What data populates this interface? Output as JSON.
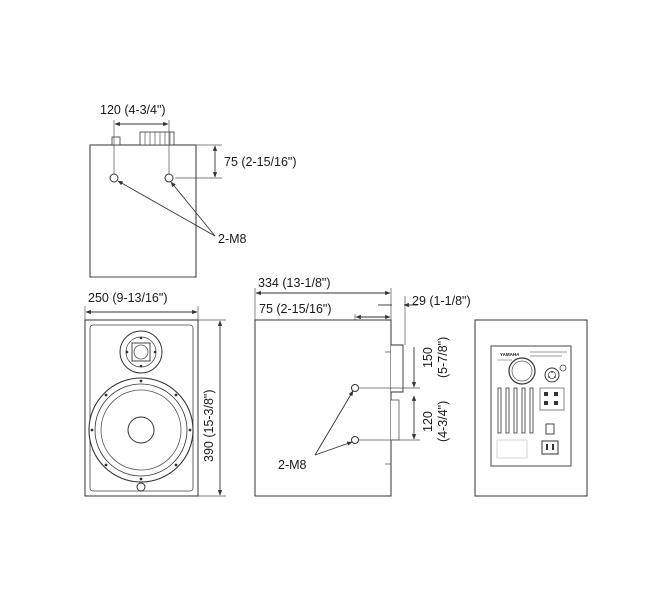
{
  "top_view": {
    "width_label": "120 (4-3/4\")",
    "depth_label": "75 (2-15/16\")",
    "mount_label": "2-M8"
  },
  "front_view": {
    "width_label": "250 (9-13/16\")",
    "height_label": "390 (15-3/8\")"
  },
  "side_view": {
    "depth_label": "334 (13-1/8\")",
    "mount_offset_label": "75 (2-15/16\")",
    "protrusion_label": "29 (1-1/8\")",
    "upper_spacing_value": "150",
    "upper_spacing_inch": "(5-7/8\")",
    "lower_spacing_value": "120",
    "lower_spacing_inch": "(4-3/4\")",
    "mount_label": "2-M8"
  },
  "rear_view": {
    "brand": "YAMAHA"
  }
}
